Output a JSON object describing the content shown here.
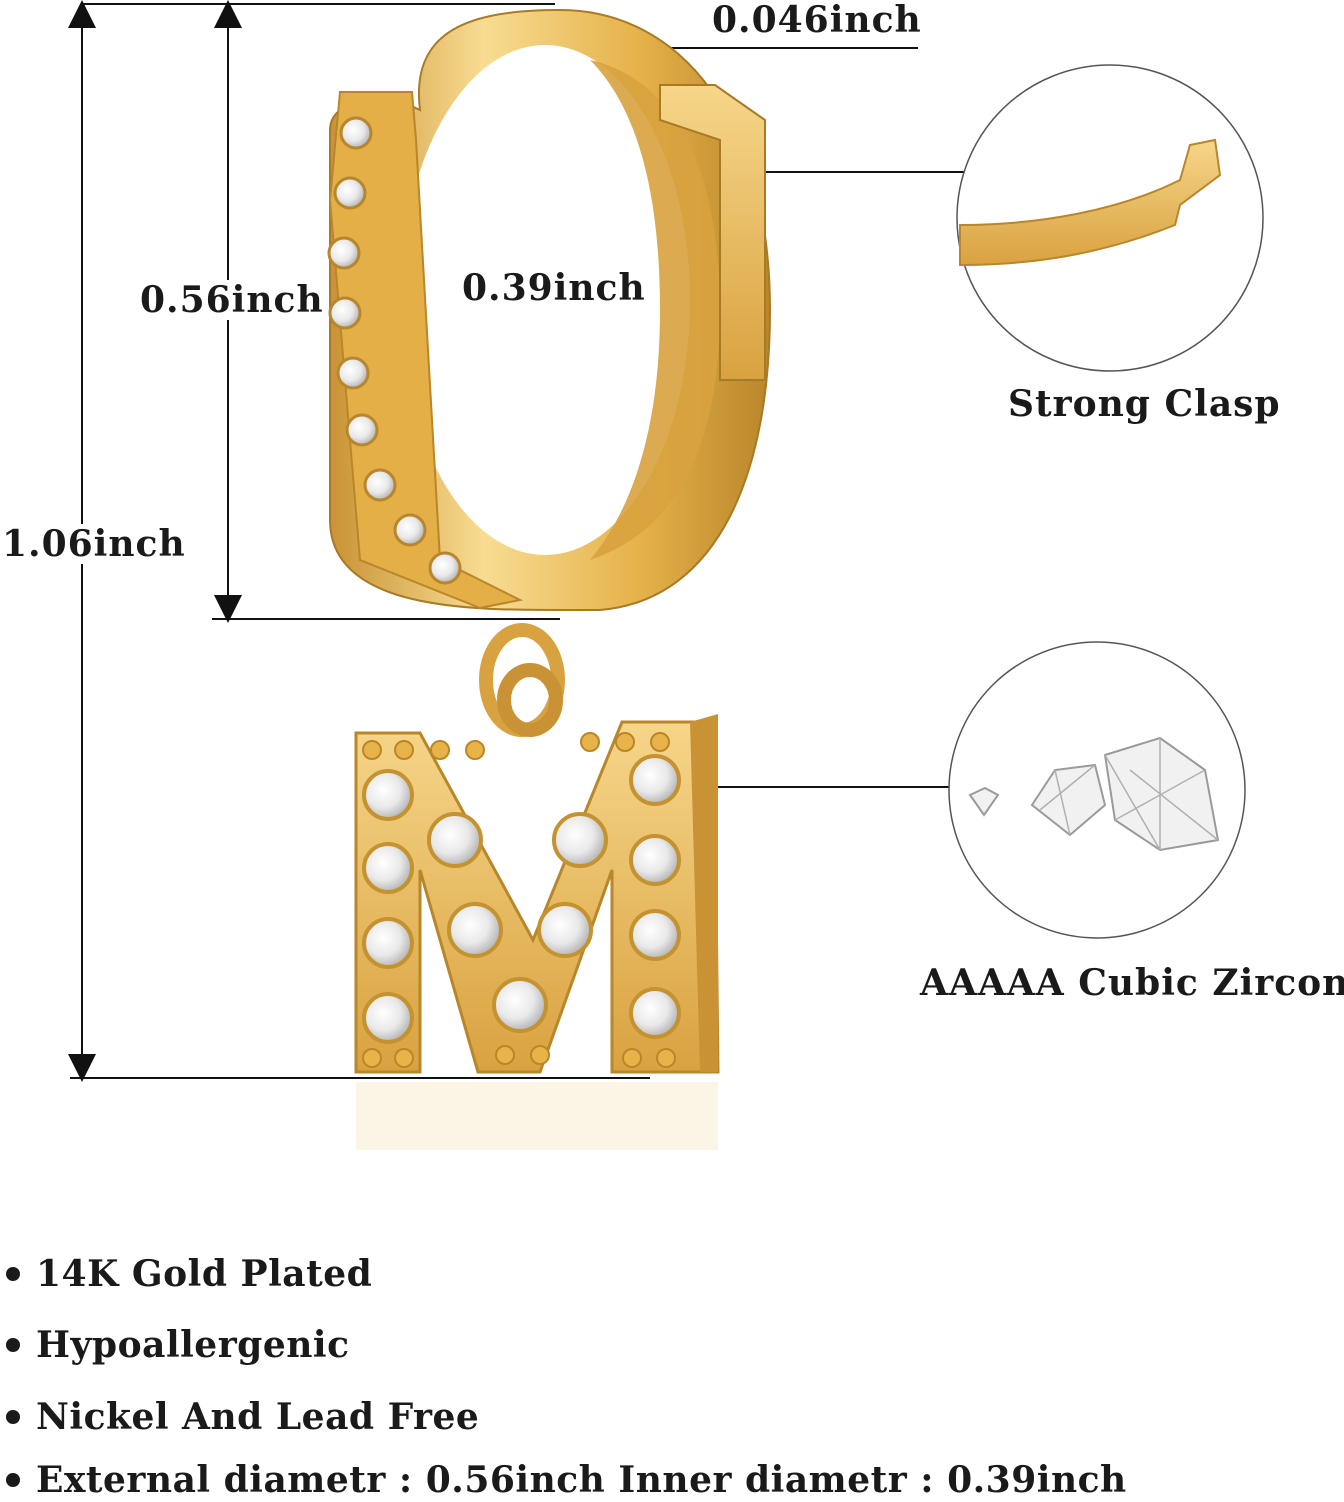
{
  "dimensions": {
    "total_height": "1.06inch",
    "hoop_external_height": "0.56inch",
    "hoop_inner_diameter": "0.39inch",
    "wire_thickness": "0.046inch"
  },
  "callouts": {
    "clasp": "Strong Clasp",
    "stones": "AAAAA Cubic Zirconia"
  },
  "pendant_letter": "M",
  "features": [
    "14K Gold Plated",
    "Hypoallergenic",
    "Nickel And Lead Free",
    "External diametr : 0.56inch Inner diametr : 0.39inch"
  ],
  "colors": {
    "gold": "#E9B74A",
    "gold_light": "#F7DA8E",
    "gold_dark": "#B9862A",
    "ink": "#1a1a1a"
  }
}
